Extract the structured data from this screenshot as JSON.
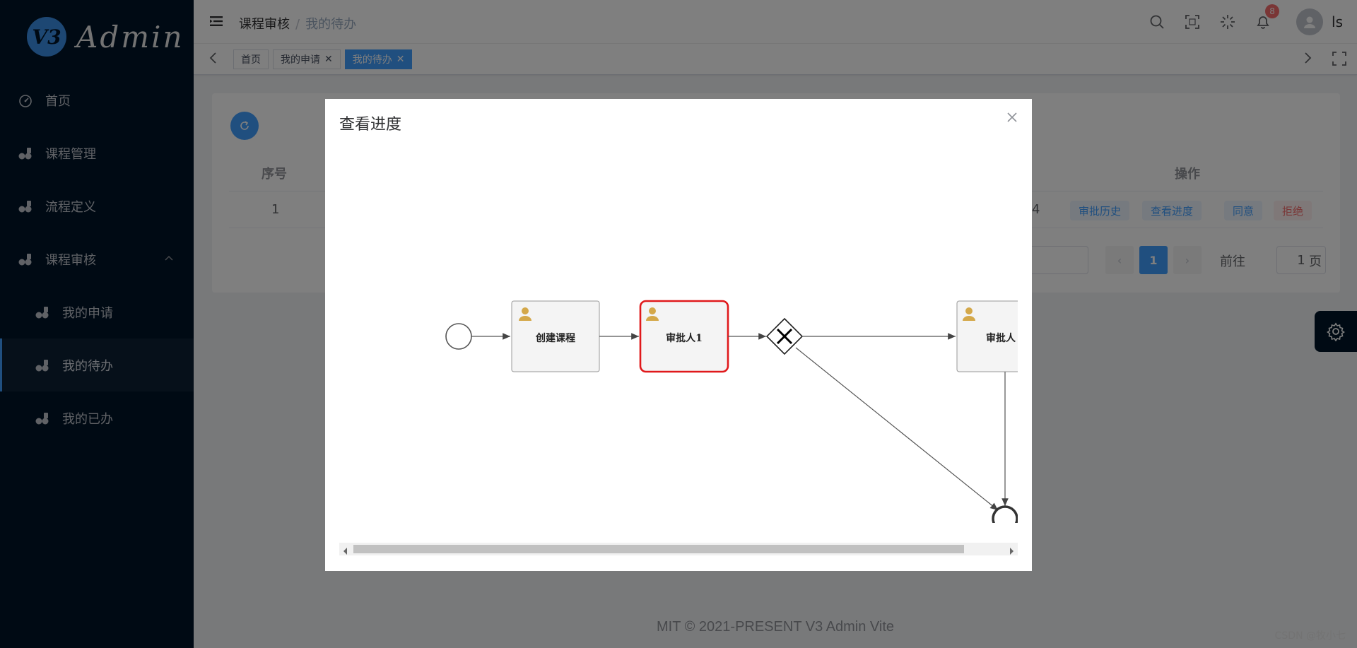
{
  "app": {
    "logo_badge": "V3",
    "logo_text": "Admin"
  },
  "sidebar": {
    "items": [
      {
        "label": "首页",
        "icon": "dashboard-icon"
      },
      {
        "label": "课程管理",
        "icon": "menu-icon"
      },
      {
        "label": "流程定义",
        "icon": "menu-icon"
      },
      {
        "label": "课程审核",
        "icon": "menu-icon",
        "expanded": true
      },
      {
        "label": "我的申请",
        "icon": "menu-icon"
      },
      {
        "label": "我的待办",
        "icon": "menu-icon",
        "active": true
      },
      {
        "label": "我的已办",
        "icon": "menu-icon"
      }
    ]
  },
  "header": {
    "breadcrumb": [
      "课程审核",
      "我的待办"
    ],
    "separator": "/",
    "notification_count": "8",
    "username": "ls"
  },
  "tags": [
    {
      "label": "首页",
      "closable": false
    },
    {
      "label": "我的申请",
      "closable": true
    },
    {
      "label": "我的待办",
      "closable": true,
      "active": true
    }
  ],
  "table": {
    "headers": {
      "index": "序号",
      "actions": "操作"
    },
    "row": {
      "index": "1",
      "partial_value": "4",
      "actions": [
        "审批历史",
        "查看进度",
        "同意",
        "拒绝"
      ]
    }
  },
  "pagination": {
    "current": "1",
    "goto_label": "前往",
    "goto_value": "1",
    "page_suffix": "页"
  },
  "footer": "MIT © 2021-PRESENT V3 Admin Vite",
  "watermark": "CSDN @牧小七",
  "dialog": {
    "title": "查看进度",
    "diagram": {
      "tasks": [
        "创建课程",
        "审批人1",
        "审批人"
      ],
      "highlighted_task": "审批人1"
    }
  },
  "colors": {
    "primary": "#409eff",
    "sidebar_bg": "#001529",
    "danger": "#f56c6c",
    "highlight": "#e0191b"
  }
}
